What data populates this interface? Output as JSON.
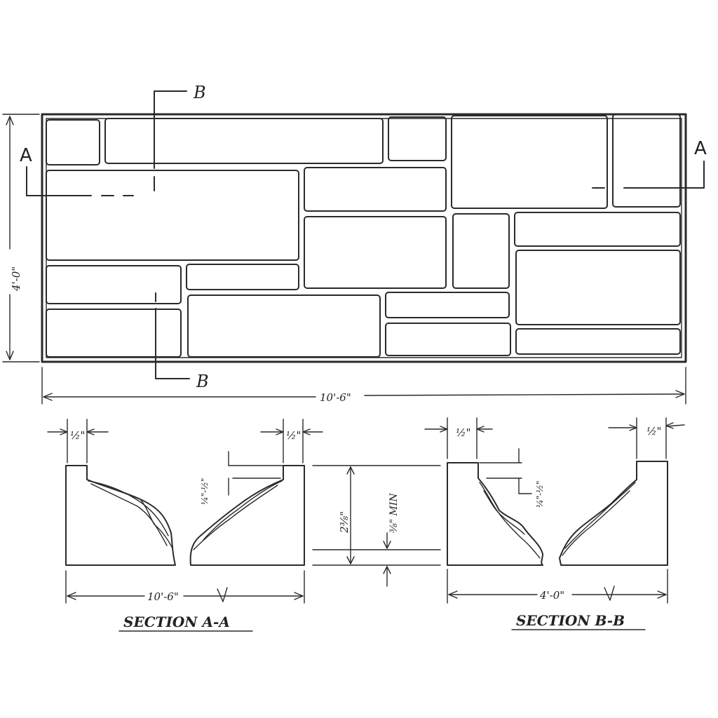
{
  "plan": {
    "section_mark_a": "A",
    "section_mark_b": "B",
    "width_dim": "10'-6\"",
    "height_dim": "4'-0\""
  },
  "section_aa": {
    "title": "SECTION A-A",
    "top_left_dim": "½\"",
    "top_right_dim": "½\"",
    "side_dim": "¼\"-½\"",
    "width_dim": "10'-6\""
  },
  "middle": {
    "depth_dim": "2⅜\"",
    "min_dim": "⅜\" MIN"
  },
  "section_bb": {
    "title": "SECTION B-B",
    "top_left_dim": "½\"",
    "top_right_dim": "½\"",
    "side_dim": "¼\"-½\"",
    "width_dim": "4'-0\""
  }
}
